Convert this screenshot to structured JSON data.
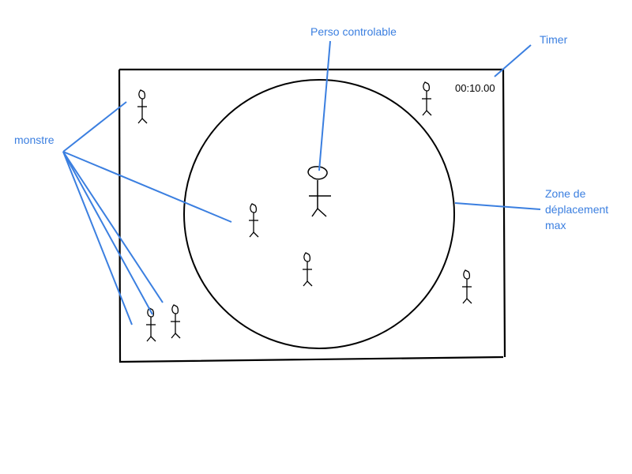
{
  "hud": {
    "timer": "00:10.00"
  },
  "annotations": {
    "player": "Perso controlable",
    "timer": "Timer",
    "monster": "monstre",
    "zone_line1": "Zone de",
    "zone_line2": "déplacement",
    "zone_line3": "max"
  },
  "colors": {
    "annotation": "#3b7fe0",
    "ink": "#000000",
    "background": "#ffffff"
  },
  "entities": {
    "player_count": 1,
    "monster_count": 7
  }
}
